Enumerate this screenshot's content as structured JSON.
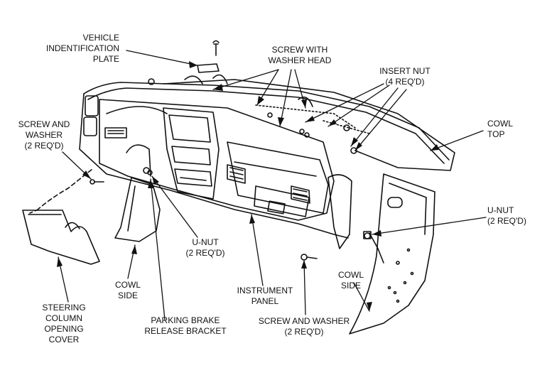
{
  "colors": {
    "ink": "#111111",
    "paper": "#ffffff"
  },
  "labels": {
    "vin_plate": [
      "VEHICLE",
      "INDENTIFICATION",
      "PLATE"
    ],
    "screw_washer_head": [
      "SCREW WITH",
      "WASHER HEAD"
    ],
    "insert_nut": [
      "INSERT NUT",
      "(4 REQ'D)"
    ],
    "cowl_top": [
      "COWL",
      "TOP"
    ],
    "screw_washer_left": [
      "SCREW AND",
      "WASHER",
      "(2 REQ'D)"
    ],
    "u_nut_right": [
      "U-NUT",
      "(2 REQ'D)"
    ],
    "u_nut_center": [
      "U-NUT",
      "(2 REQ'D)"
    ],
    "cowl_side_left": [
      "COWL",
      "SIDE"
    ],
    "cowl_side_right": [
      "COWL",
      "SIDE"
    ],
    "instrument_panel": [
      "INSTRUMENT",
      "PANEL"
    ],
    "steering_cover": [
      "STEERING",
      "COLUMN",
      "OPENING",
      "COVER"
    ],
    "parking_brake": [
      "PARKING BRAKE",
      "RELEASE BRACKET"
    ],
    "screw_washer_bottom": [
      "SCREW AND WASHER",
      "(2 REQ'D)"
    ]
  }
}
